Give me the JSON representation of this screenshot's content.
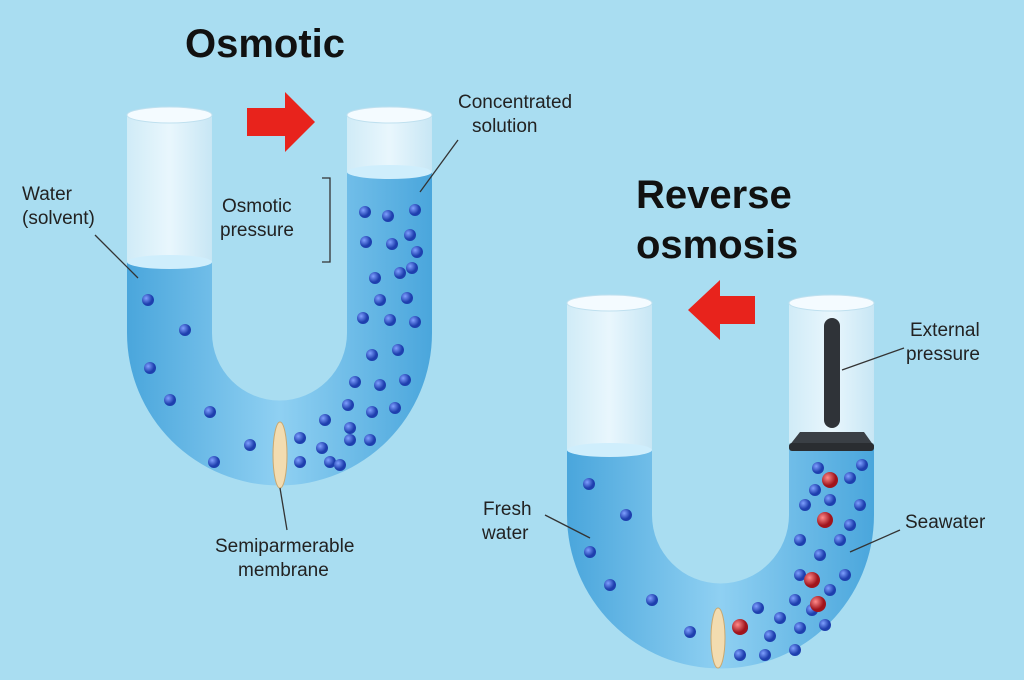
{
  "osmotic": {
    "title": "Osmotic",
    "concentrated_solution": [
      "Concentrated",
      "solution"
    ],
    "water_solvent": [
      "Water",
      "(solvent)"
    ],
    "osmotic_pressure": [
      "Osmotic",
      "pressure"
    ],
    "membrane": [
      "Semiparmerable",
      "membrane"
    ]
  },
  "reverse": {
    "title": [
      "Reverse",
      "osmosis"
    ],
    "external_pressure": [
      "External",
      "pressure"
    ],
    "fresh_water": [
      "Fresh",
      "water"
    ],
    "seawater": "Seawater"
  },
  "colors": {
    "background": "#a9ddf1",
    "water": "#5fb6e6",
    "particle": "#2f56c8",
    "salt": "#c0202a",
    "arrow": "#e8231c"
  }
}
